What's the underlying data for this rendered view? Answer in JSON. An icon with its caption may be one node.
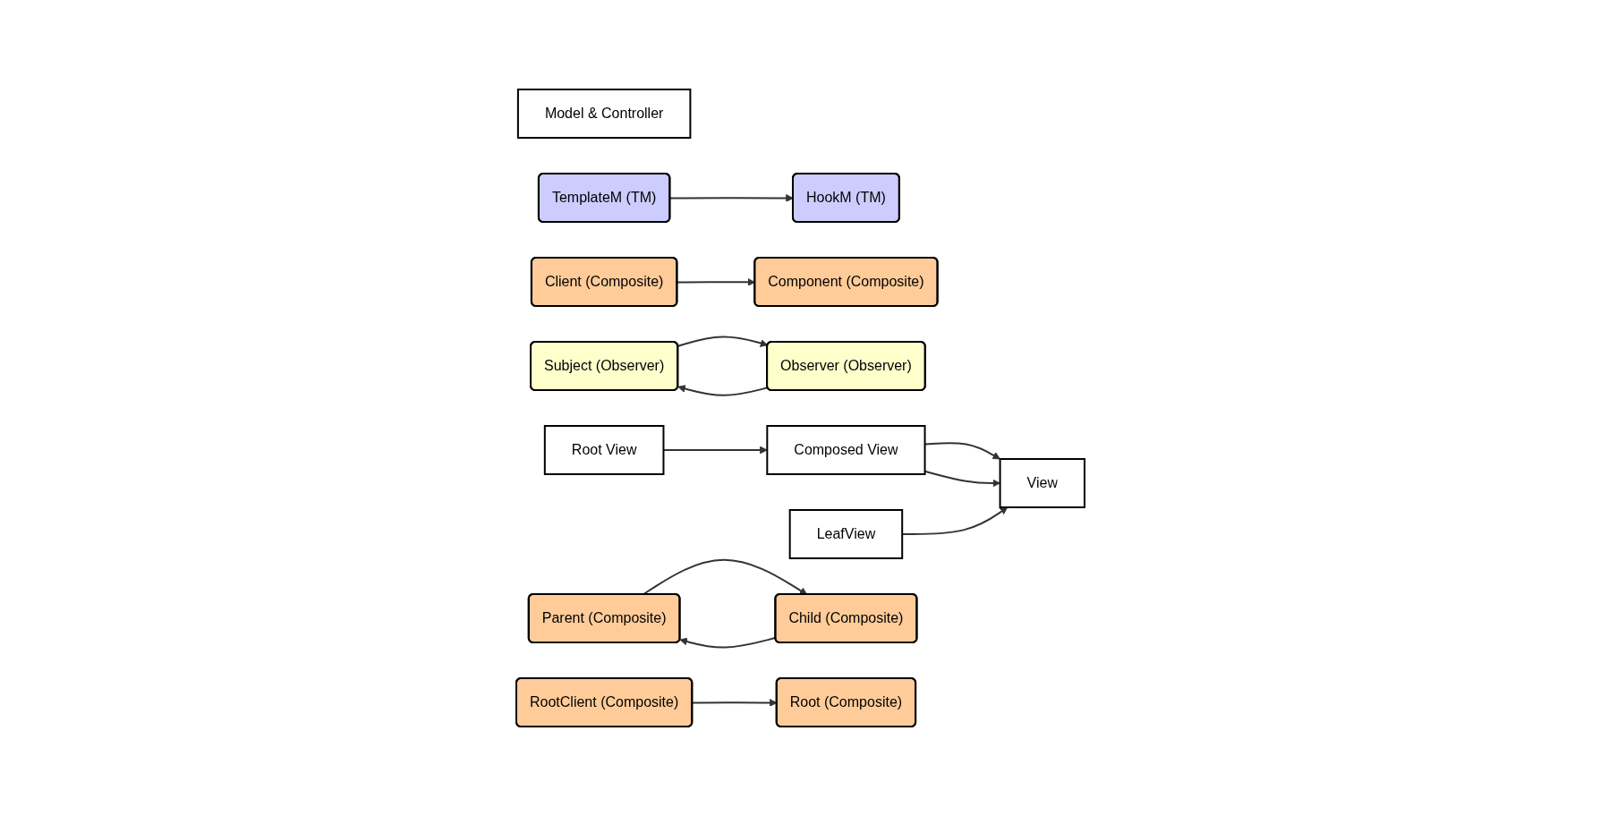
{
  "diagram": {
    "nodes": [
      {
        "text": [
          "Model & Controller"
        ]
      },
      {
        "text": [
          "TemplateM (TM)"
        ]
      },
      {
        "text": [
          "HookM (TM)"
        ]
      },
      {
        "text": [
          "Client (Composite)"
        ]
      },
      {
        "text": [
          "Subject (Observer)"
        ]
      },
      {
        "text": [
          "RootClient (Composite)"
        ]
      },
      {
        "text": [
          "View"
        ]
      },
      {
        "text": [
          "Component (Composite)"
        ]
      },
      {
        "text": [
          "Observer (Observer)"
        ]
      },
      {
        "text": [
          "Composed View"
        ]
      },
      {
        "text": [
          "Parent (Composite)"
        ]
      },
      {
        "text": [
          "LeafView"
        ]
      },
      {
        "text": [
          "Child (Composite)"
        ]
      },
      {
        "text": [
          "Root View"
        ]
      },
      {
        "text": [
          "Root (Composite)"
        ]
      }
    ],
    "edges": [
      {
        "from": 1,
        "to": 2,
        "arrow": "to"
      },
      {
        "from": 3,
        "to": 7,
        "arrow": "to"
      },
      {
        "from": 8,
        "to": 4,
        "arrow": "to"
      },
      {
        "from": 4,
        "to": 8,
        "arrow": "to"
      },
      {
        "from": 5,
        "to": 14,
        "arrow": "to"
      },
      {
        "from": 12,
        "to": 10,
        "arrow": "to"
      },
      {
        "from": 10,
        "to": 12,
        "arrow": "to"
      },
      {
        "from": 9,
        "to": 6,
        "arrow": "to"
      },
      {
        "from": 9,
        "to": 6,
        "arrow": "to"
      },
      {
        "from": 11,
        "to": 6,
        "arrow": "to"
      },
      {
        "from": 13,
        "to": 9,
        "arrow": "to"
      }
    ]
  }
}
